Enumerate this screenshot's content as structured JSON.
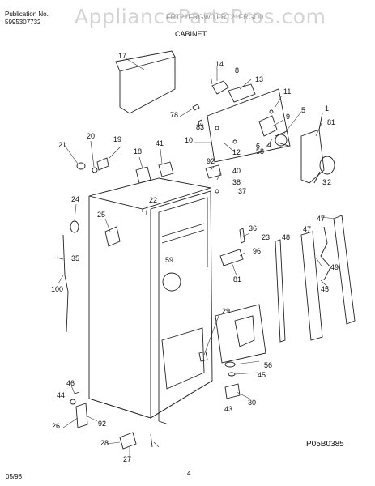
{
  "header": {
    "publication_label": "Publication No.",
    "publication_number": "5995307732",
    "watermark": "AppliancePartsPros.com",
    "model_line": "FRT21FRGW0,FRT21FRGD0",
    "section_title": "CABINET"
  },
  "footer": {
    "date": "05/98",
    "page": "4",
    "diagram_code": "P05B0385"
  },
  "callouts": [
    "17",
    "14",
    "8",
    "13",
    "11",
    "78",
    "83",
    "9",
    "5",
    "1",
    "81",
    "10",
    "12",
    "6",
    "58",
    "4",
    "20",
    "19",
    "21",
    "18",
    "41",
    "92",
    "40",
    "3",
    "2",
    "38",
    "37",
    "22",
    "24",
    "25",
    "36",
    "47",
    "48",
    "47",
    "23",
    "35",
    "96",
    "59",
    "81",
    "49",
    "45",
    "100",
    "29",
    "56",
    "45",
    "46",
    "44",
    "26",
    "92",
    "30",
    "43",
    "28",
    "27"
  ]
}
